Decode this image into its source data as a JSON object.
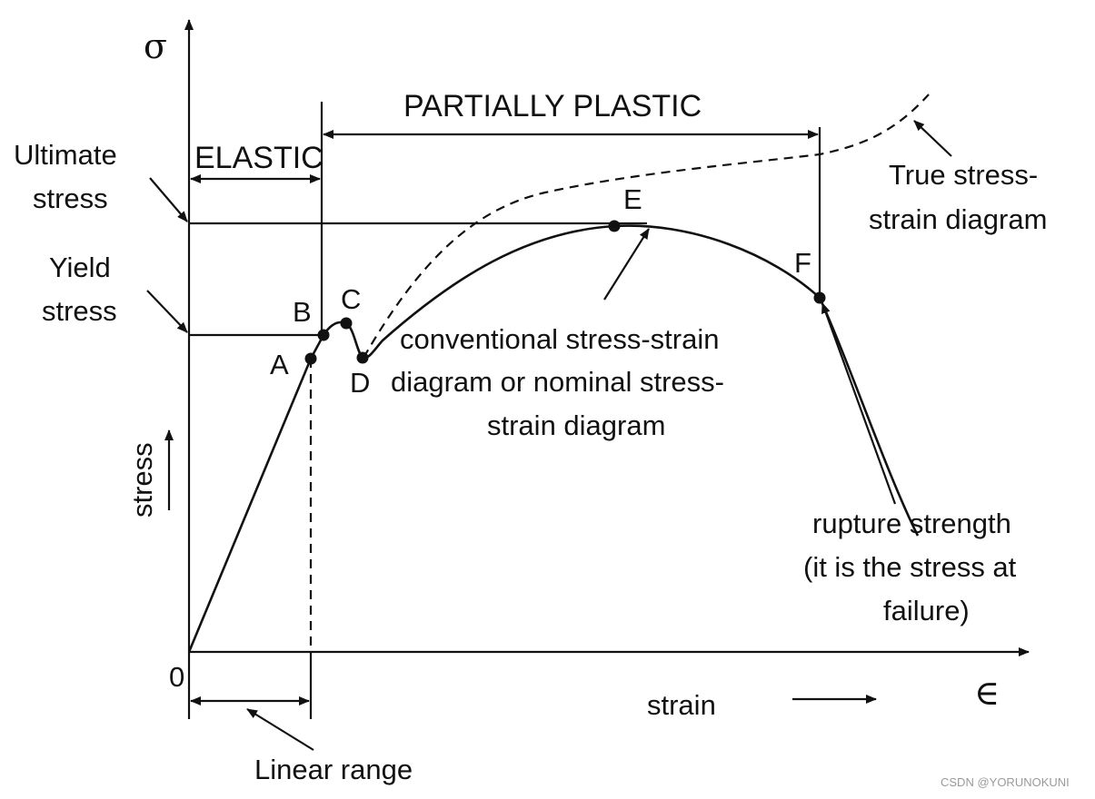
{
  "axes": {
    "y_symbol": "σ",
    "x_symbol": "∈",
    "origin": "0",
    "y_label": "stress",
    "x_label": "strain"
  },
  "regions": {
    "elastic": "ELASTIC",
    "partially_plastic": "PARTIALLY PLASTIC",
    "linear_range": "Linear range"
  },
  "levels": {
    "ultimate": [
      "Ultimate",
      "stress"
    ],
    "yield": [
      "Yield",
      "stress"
    ]
  },
  "points": {
    "a": "A",
    "b": "B",
    "c": "C",
    "d": "D",
    "e": "E",
    "f": "F"
  },
  "curves": {
    "true_diagram": [
      "True stress-",
      "strain diagram"
    ],
    "conventional_diagram": [
      "conventional stress-strain",
      "diagram or nominal stress-",
      "strain diagram"
    ]
  },
  "rupture_note": [
    "rupture strength",
    "(it is the stress at",
    "failure)"
  ],
  "watermark": "CSDN @YORUNOKUNI"
}
